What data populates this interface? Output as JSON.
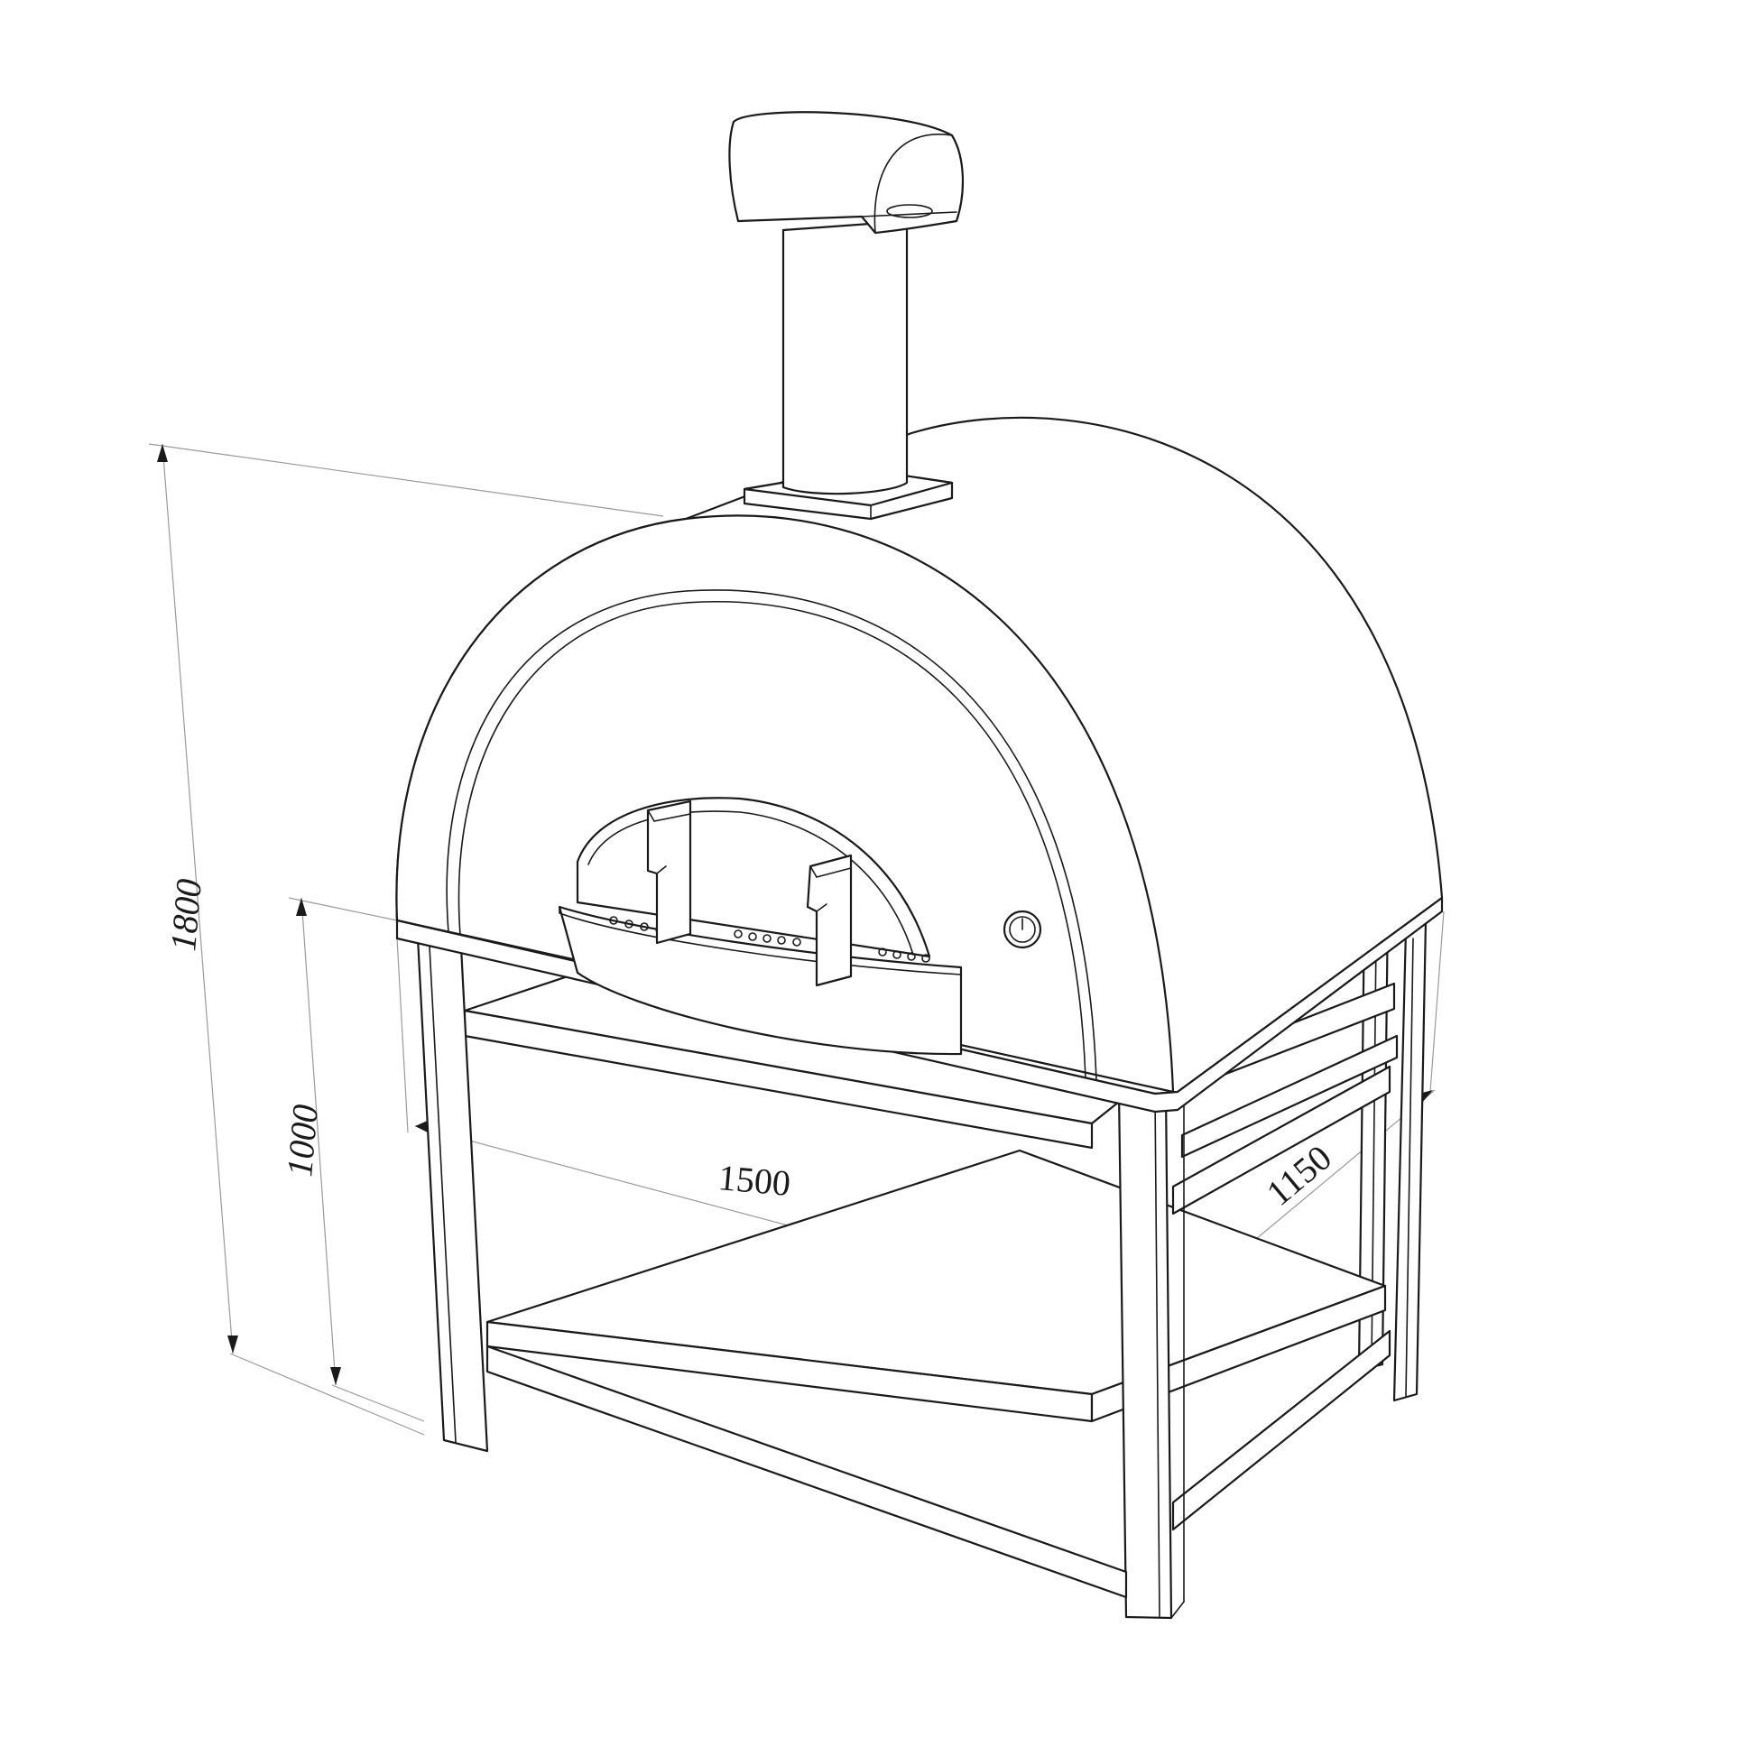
{
  "dimensions": {
    "total_height": "1800",
    "stand_height": "1000",
    "width": "1500",
    "depth": "1150"
  }
}
